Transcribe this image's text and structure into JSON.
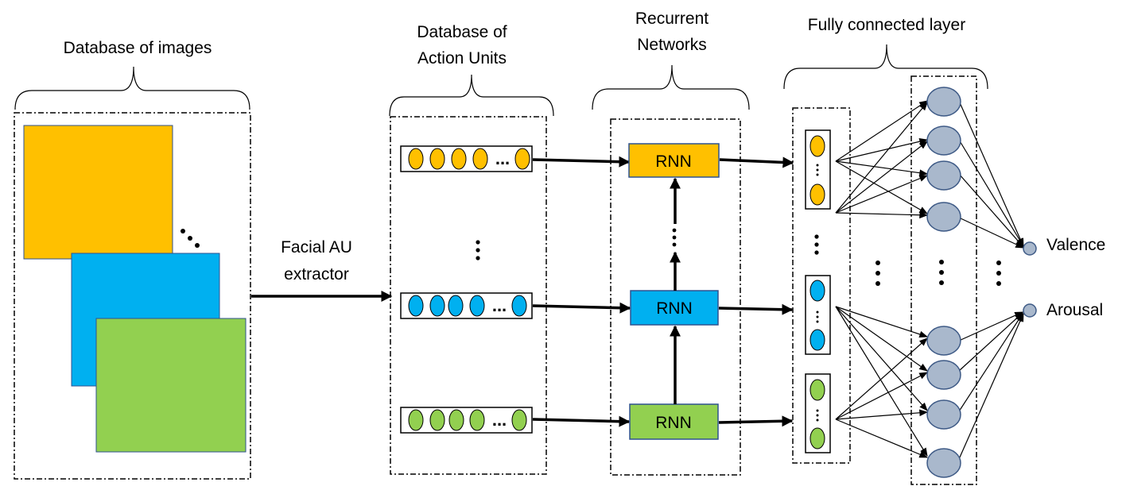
{
  "labels": {
    "database_images": "Database of images",
    "database_au_line1": "Database of",
    "database_au_line2": "Action Units",
    "recurrent_line1": "Recurrent",
    "recurrent_line2": "Networks",
    "fully_connected": "Fully connected layer",
    "extractor_line1": "Facial AU",
    "extractor_line2": "extractor",
    "rnn": "RNN",
    "valence": "Valence",
    "arousal": "Arousal",
    "ellipsis": "...",
    "vdots": "⋮"
  },
  "colors": {
    "orange": "#FFC000",
    "blue": "#00B0F0",
    "green": "#92D050",
    "node": "#A9B8CC",
    "node_stroke": "#3E5A86"
  }
}
